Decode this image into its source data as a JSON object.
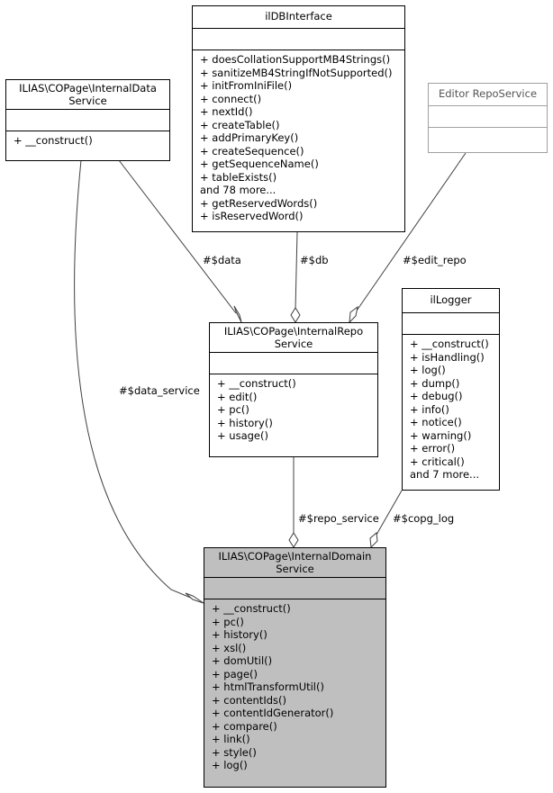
{
  "classes": {
    "internal_data_service": {
      "title_lines": [
        "ILIAS\\COPage\\InternalData",
        "Service"
      ],
      "methods": [
        "+ __construct()"
      ]
    },
    "ildbinterface": {
      "title_lines": [
        "ilDBInterface"
      ],
      "methods": [
        "+ doesCollationSupportMB4Strings()",
        "+ sanitizeMB4StringIfNotSupported()",
        "+ initFromIniFile()",
        "+ connect()",
        "+ nextId()",
        "+ createTable()",
        "+ addPrimaryKey()",
        "+ createSequence()",
        "+ getSequenceName()",
        "+ tableExists()",
        "and 78 more...",
        "+ getReservedWords()",
        "+ isReservedWord()"
      ]
    },
    "editor_repo_service": {
      "title_lines": [
        "Editor RepoService"
      ],
      "methods": []
    },
    "internal_repo_service": {
      "title_lines": [
        "ILIAS\\COPage\\InternalRepo",
        "Service"
      ],
      "methods": [
        "+ __construct()",
        "+ edit()",
        "+ pc()",
        "+ history()",
        "+ usage()"
      ]
    },
    "illogger": {
      "title_lines": [
        "ilLogger"
      ],
      "methods": [
        "+ __construct()",
        "+ isHandling()",
        "+ log()",
        "+ dump()",
        "+ debug()",
        "+ info()",
        "+ notice()",
        "+ warning()",
        "+ error()",
        "+ critical()",
        "and 7 more..."
      ]
    },
    "internal_domain_service": {
      "title_lines": [
        "ILIAS\\COPage\\InternalDomain",
        "Service"
      ],
      "methods": [
        "+ __construct()",
        "+ pc()",
        "+ history()",
        "+ xsl()",
        "+ domUtil()",
        "+ page()",
        "+ htmlTransformUtil()",
        "+ contentIds()",
        "+ contentIdGenerator()",
        "+ compare()",
        "+ link()",
        "+ style()",
        "+ log()"
      ]
    }
  },
  "edge_labels": {
    "data": "#$data",
    "db": "#$db",
    "edit_repo": "#$edit_repo",
    "data_service": "#$data_service",
    "repo_service": "#$repo_service",
    "copg_log": "#$copg_log"
  },
  "colors": {
    "focus_fill": "#bfbfbf",
    "edge": "#404040",
    "gray_border": "#a0a0a0"
  }
}
